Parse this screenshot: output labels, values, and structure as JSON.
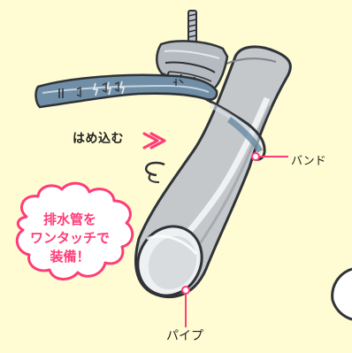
{
  "labels": {
    "insert": "はめ込む",
    "band": "バンド",
    "pipe": "パイプ"
  },
  "badge": {
    "line1": "排水管を",
    "line2": "ワンタッチで",
    "line3": "装備！"
  },
  "colors": {
    "background": "#fffbd2",
    "accent": "#ff3c78",
    "pipe": "#b9bec2",
    "band": "#6e8ea4",
    "outline": "#2f3338"
  },
  "icons": {
    "arrow": "double-arrow-icon"
  }
}
